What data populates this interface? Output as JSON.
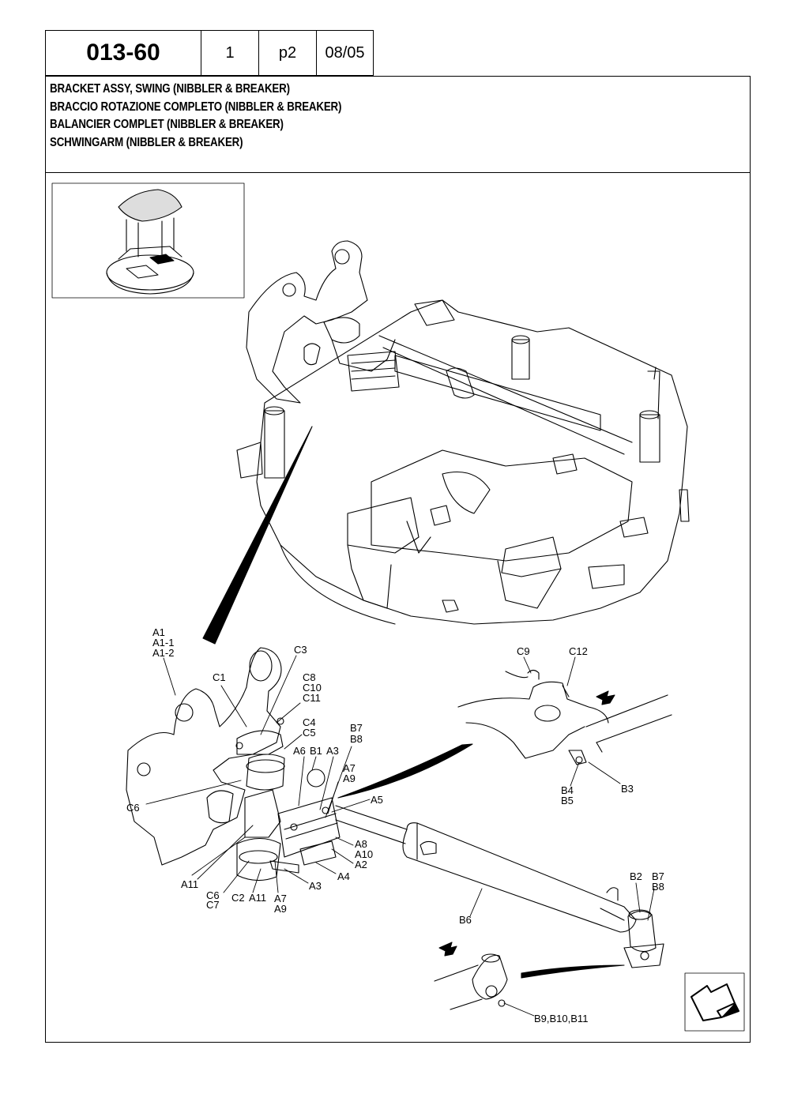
{
  "header": {
    "code": "013-60",
    "number": "1",
    "page": "p2",
    "date": "08/05"
  },
  "titles": [
    "BRACKET ASSY, SWING (NIBBLER & BREAKER)",
    "BRACCIO ROTAZIONE COMPLETO (NIBBLER & BREAKER)",
    "BALANCIER COMPLET (NIBBLER & BREAKER)",
    "SCHWINGARM (NIBBLER & BREAKER)"
  ],
  "callouts": {
    "a1": "A1",
    "a1_1": "A1-1",
    "a1_2": "A1-2",
    "c1": "C1",
    "c3": "C3",
    "c8": "C8",
    "c10": "C10",
    "c11": "C11",
    "c4": "C4",
    "c5": "C5",
    "a6": "A6",
    "b1": "B1",
    "a3_top": "A3",
    "b7_top": "B7",
    "b8_top": "B8",
    "a7_top": "A7",
    "a9_top": "A9",
    "a5": "A5",
    "c6_left": "C6",
    "a8": "A8",
    "a10": "A10",
    "a2": "A2",
    "a4": "A4",
    "a3_bottom": "A3",
    "a11_left": "A11",
    "c6_bottom": "C6",
    "c7": "C7",
    "c2": "C2",
    "a11_bottom": "A11",
    "a7_bottom": "A7",
    "a9_bottom": "A9",
    "b6": "B6",
    "c9": "C9",
    "c12": "C12",
    "b4": "B4",
    "b5": "B5",
    "b3": "B3",
    "b2": "B2",
    "b7_right": "B7",
    "b8_right": "B8",
    "b9_b10_b11": "B9,B10,B11"
  },
  "icons": [
    "machine-thumbnail-icon",
    "next-page-arrow-icon",
    "direction-arrow-icon"
  ]
}
